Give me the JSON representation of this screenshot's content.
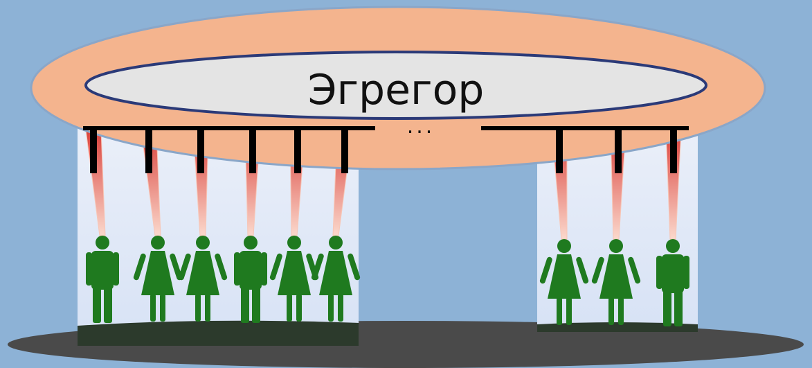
{
  "diagram": {
    "title": "Эгрегор",
    "ellipsis": "...",
    "groups": [
      {
        "name": "left-group",
        "figures": [
          "male",
          "female",
          "female",
          "male",
          "female",
          "female"
        ]
      },
      {
        "name": "right-group",
        "figures": [
          "female",
          "female",
          "male"
        ]
      }
    ],
    "colors": {
      "background": "#8db2d6",
      "outer_ellipse": "#f4b48e",
      "outer_ellipse_stroke": "#8aa6c8",
      "inner_ellipse": "#e4e4e4",
      "inner_ellipse_stroke": "#2b3a78",
      "ground": "#4a4a4a",
      "panel": "#dde6f6",
      "beam": "#f08a74",
      "connector": "#000000",
      "figure": "#1f7a1f"
    }
  }
}
